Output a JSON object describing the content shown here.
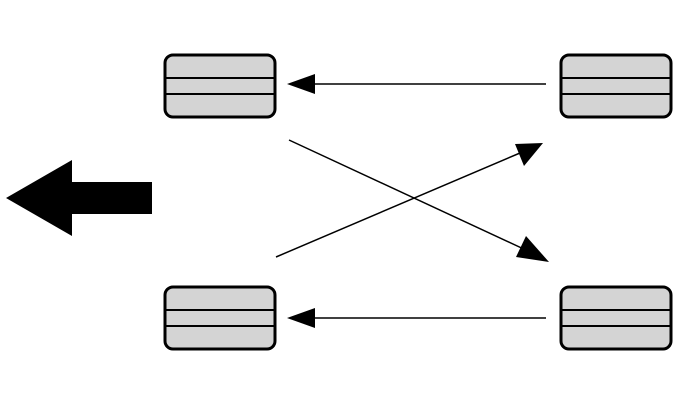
{
  "diagram": {
    "nodes": [
      {
        "id": "top-left",
        "rows": 3
      },
      {
        "id": "top-right",
        "rows": 3
      },
      {
        "id": "bottom-left",
        "rows": 3
      },
      {
        "id": "bottom-right",
        "rows": 3
      }
    ],
    "edges": [
      {
        "from": "top-right",
        "to": "top-left"
      },
      {
        "from": "bottom-right",
        "to": "bottom-left"
      },
      {
        "from": "top-left",
        "to": "bottom-right"
      },
      {
        "from": "bottom-left",
        "to": "top-right"
      }
    ],
    "direction_indicator": "left",
    "colors": {
      "node_fill": "#d4d4d4",
      "stroke": "#000000",
      "background": "#ffffff"
    }
  }
}
